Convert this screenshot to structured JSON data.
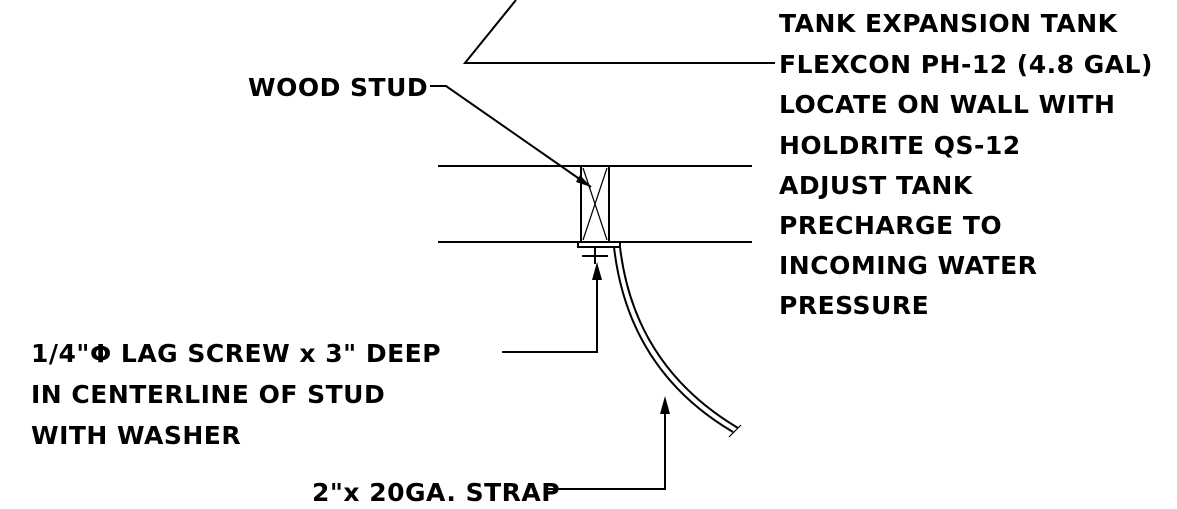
{
  "notes": {
    "wood_stud": "WOOD STUD",
    "tank": [
      "TANK EXPANSION TANK",
      "FLEXCON PH-12 (4.8 GAL)",
      "LOCATE ON WALL WITH",
      "HOLDRITE QS-12",
      "ADJUST TANK",
      "PRECHARGE TO",
      "INCOMING WATER",
      "PRESSURE"
    ],
    "lag_screw": [
      "1/4\"Φ LAG SCREW x 3\" DEEP",
      "IN CENTERLINE OF STUD",
      "WITH WASHER"
    ],
    "strap": "2\"x 20GA. STRAP"
  }
}
